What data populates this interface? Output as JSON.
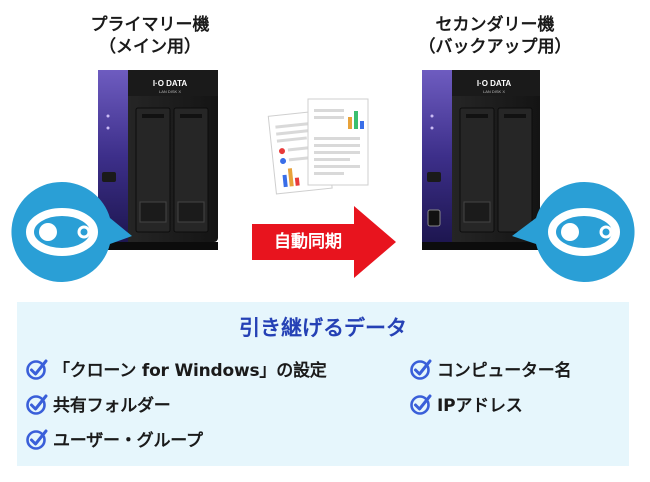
{
  "primary": {
    "title": "プライマリー機",
    "subtitle": "（メイン用）"
  },
  "secondary": {
    "title": "セカンダリー機",
    "subtitle": "（バックアップ用）"
  },
  "device": {
    "brand": "I·O DATA",
    "model": "LAN DISK X"
  },
  "arrow": {
    "label": "自動同期",
    "color": "#e8141e"
  },
  "panel": {
    "title": "引き継げるデータ",
    "items_left": [
      "「クローン for Windows」の設定",
      "共有フォルダー",
      "ユーザー・グループ"
    ],
    "items_right": [
      "コンピューター名",
      "IPアドレス"
    ]
  },
  "colors": {
    "accent_blue": "#2541b5",
    "bubble": "#2a9fd6",
    "check": "#3a5fd9",
    "panel_bg": "#e6f6fc"
  },
  "icons": [
    "clone-bubble-icon",
    "documents-icon",
    "check-icon"
  ]
}
